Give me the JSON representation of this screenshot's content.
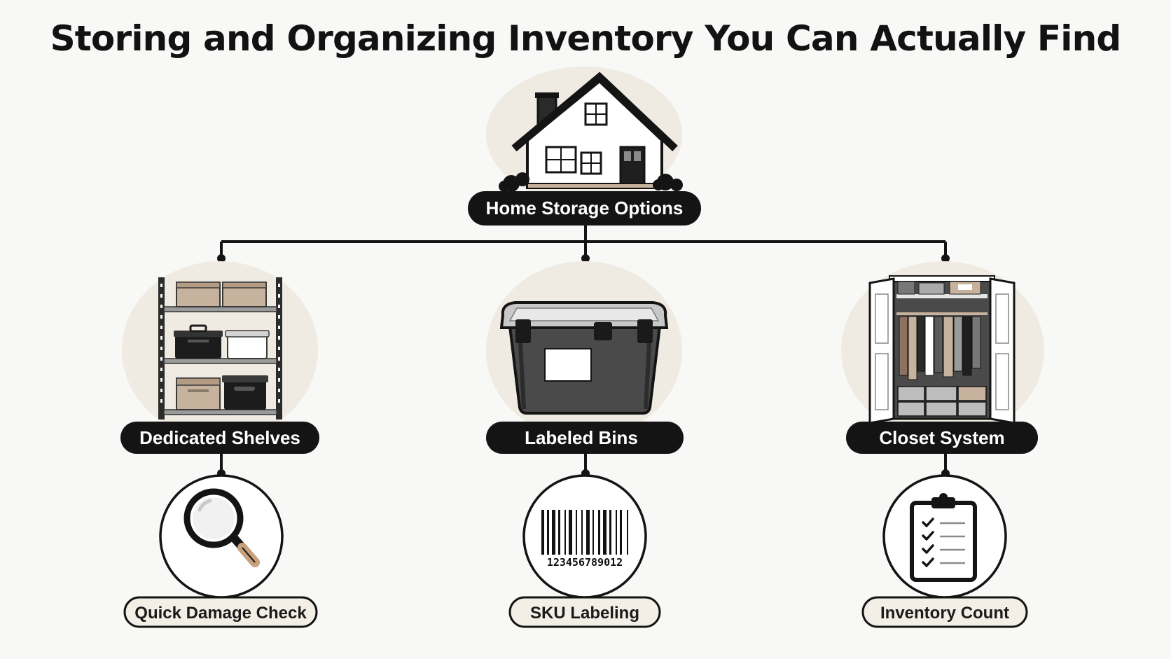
{
  "title": "Storing and Organizing Inventory You Can Actually Find",
  "root": {
    "label": "Home Storage Options",
    "icon": "house-icon"
  },
  "branches": [
    {
      "label": "Dedicated Shelves",
      "icon": "shelving-unit-icon",
      "sub_label": "Quick Damage Check",
      "sub_icon": "magnifying-glass-icon"
    },
    {
      "label": "Labeled Bins",
      "icon": "storage-bin-icon",
      "sub_label": "SKU Labeling",
      "sub_icon": "barcode-icon"
    },
    {
      "label": "Closet System",
      "icon": "closet-icon",
      "sub_label": "Inventory Count",
      "sub_icon": "clipboard-checklist-icon"
    }
  ],
  "barcode_number": "123456789012",
  "colors": {
    "ink": "#121212",
    "pill_background": "#141414",
    "halo": "#efebe3",
    "tag_background": "#f3efe7",
    "cardboard": "#c7b39d"
  }
}
